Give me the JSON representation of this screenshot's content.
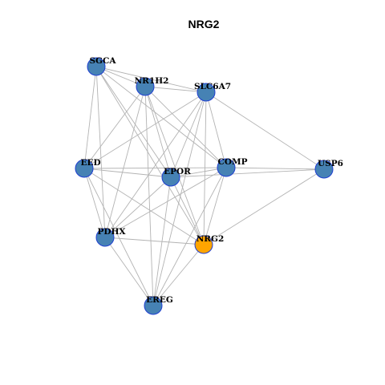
{
  "title": "NRG2",
  "colors": {
    "node_default": "#4682b4",
    "node_highlight": "#ffa500",
    "node_border": "#1f3fd1",
    "edge": "#b3b3b3",
    "background": "#ffffff"
  },
  "graph": {
    "highlight": "NRG2",
    "nodes": [
      "SGCA",
      "NR1H2",
      "SLC6A7",
      "EED",
      "EPOR",
      "COMP",
      "USP6",
      "PDHX",
      "NRG2",
      "EREG"
    ],
    "edges": [
      [
        "SGCA",
        "NR1H2"
      ],
      [
        "SGCA",
        "SLC6A7"
      ],
      [
        "SGCA",
        "EED"
      ],
      [
        "SGCA",
        "EPOR"
      ],
      [
        "SGCA",
        "COMP"
      ],
      [
        "SGCA",
        "PDHX"
      ],
      [
        "SGCA",
        "NRG2"
      ],
      [
        "NR1H2",
        "SLC6A7"
      ],
      [
        "NR1H2",
        "EED"
      ],
      [
        "NR1H2",
        "EPOR"
      ],
      [
        "NR1H2",
        "COMP"
      ],
      [
        "NR1H2",
        "PDHX"
      ],
      [
        "NR1H2",
        "NRG2"
      ],
      [
        "NR1H2",
        "EREG"
      ],
      [
        "SLC6A7",
        "EED"
      ],
      [
        "SLC6A7",
        "EPOR"
      ],
      [
        "SLC6A7",
        "COMP"
      ],
      [
        "SLC6A7",
        "USP6"
      ],
      [
        "SLC6A7",
        "PDHX"
      ],
      [
        "SLC6A7",
        "NRG2"
      ],
      [
        "SLC6A7",
        "EREG"
      ],
      [
        "EED",
        "EPOR"
      ],
      [
        "EED",
        "COMP"
      ],
      [
        "EED",
        "PDHX"
      ],
      [
        "EED",
        "NRG2"
      ],
      [
        "EED",
        "EREG"
      ],
      [
        "EPOR",
        "COMP"
      ],
      [
        "EPOR",
        "PDHX"
      ],
      [
        "EPOR",
        "NRG2"
      ],
      [
        "EPOR",
        "EREG"
      ],
      [
        "COMP",
        "USP6"
      ],
      [
        "COMP",
        "PDHX"
      ],
      [
        "COMP",
        "NRG2"
      ],
      [
        "COMP",
        "EREG"
      ],
      [
        "USP6",
        "EPOR"
      ],
      [
        "USP6",
        "NRG2"
      ],
      [
        "PDHX",
        "NRG2"
      ],
      [
        "PDHX",
        "EREG"
      ],
      [
        "NRG2",
        "EREG"
      ]
    ]
  }
}
